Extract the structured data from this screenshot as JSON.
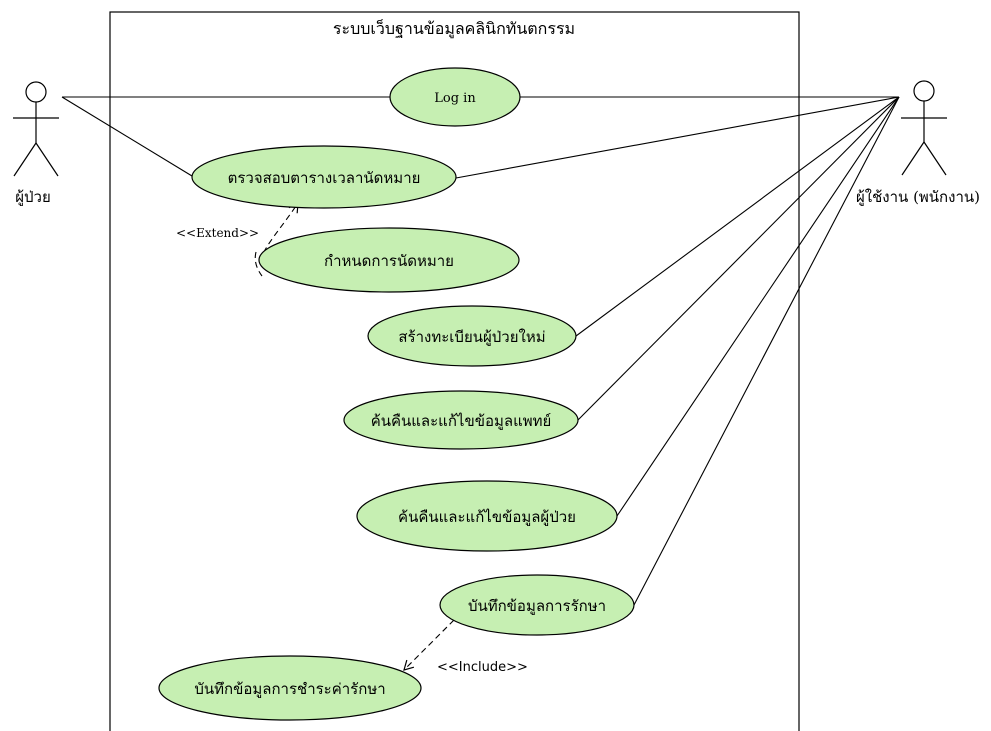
{
  "system": {
    "title": "ระบบเว็บฐานข้อมูลคลินิกทันตกรรม"
  },
  "actors": {
    "patient": {
      "name": "ผู้ป่วย"
    },
    "staff": {
      "name": "ผู้ใช้งาน (พนักงาน)"
    }
  },
  "use_cases": {
    "login": "Log in",
    "check_schedule": "ตรวจสอบตารางเวลานัดหมาย",
    "set_appointment": "กำหนดการนัดหมาย",
    "register_patient": "สร้างทะเบียนผู้ป่วยใหม่",
    "edit_doctor": "ค้นคืนและแก้ไขข้อมูลแพทย์",
    "edit_patient": "ค้นคืนและแก้ไขข้อมูลผู้ป่วย",
    "record_treatment": "บันทึกข้อมูลการรักษา",
    "record_payment": "บันทึกข้อมูลการชำระค่ารักษา"
  },
  "relations": {
    "extend_label": "<<Extend>>",
    "include_label": "<<Include>>"
  },
  "colors": {
    "use_case_fill": "#c6efb2",
    "line": "#000000"
  }
}
